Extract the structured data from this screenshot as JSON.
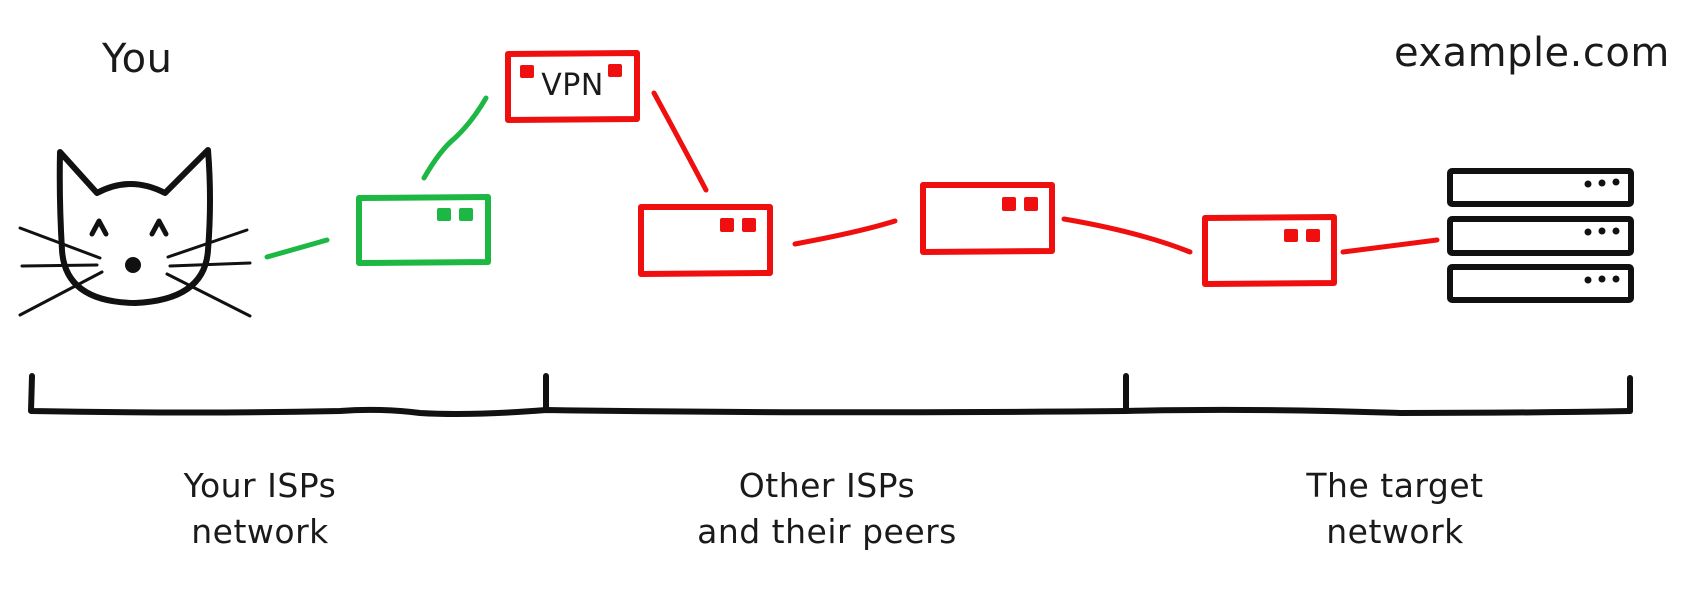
{
  "diagram": {
    "labels": {
      "you": "You",
      "target": "example.com",
      "vpn": "VPN"
    },
    "segments": [
      {
        "line1": "Your ISPs",
        "line2": "network"
      },
      {
        "line1": "Other ISPs",
        "line2": "and their peers"
      },
      {
        "line1": "The target",
        "line2": "network"
      }
    ],
    "nodes": [
      {
        "id": "you",
        "icon": "cat-icon",
        "color": "#111111"
      },
      {
        "id": "isp-router",
        "icon": "router-icon",
        "color": "#1db744"
      },
      {
        "id": "vpn",
        "icon": "router-icon",
        "color": "#f00f0f"
      },
      {
        "id": "router-2",
        "icon": "router-icon",
        "color": "#f00f0f"
      },
      {
        "id": "router-3",
        "icon": "router-icon",
        "color": "#f00f0f"
      },
      {
        "id": "router-4",
        "icon": "router-icon",
        "color": "#f00f0f"
      },
      {
        "id": "server",
        "icon": "server-rack-icon",
        "color": "#111111"
      }
    ],
    "colors": {
      "trusted": "#1db744",
      "untrusted": "#f00f0f",
      "ink": "#111111"
    }
  }
}
